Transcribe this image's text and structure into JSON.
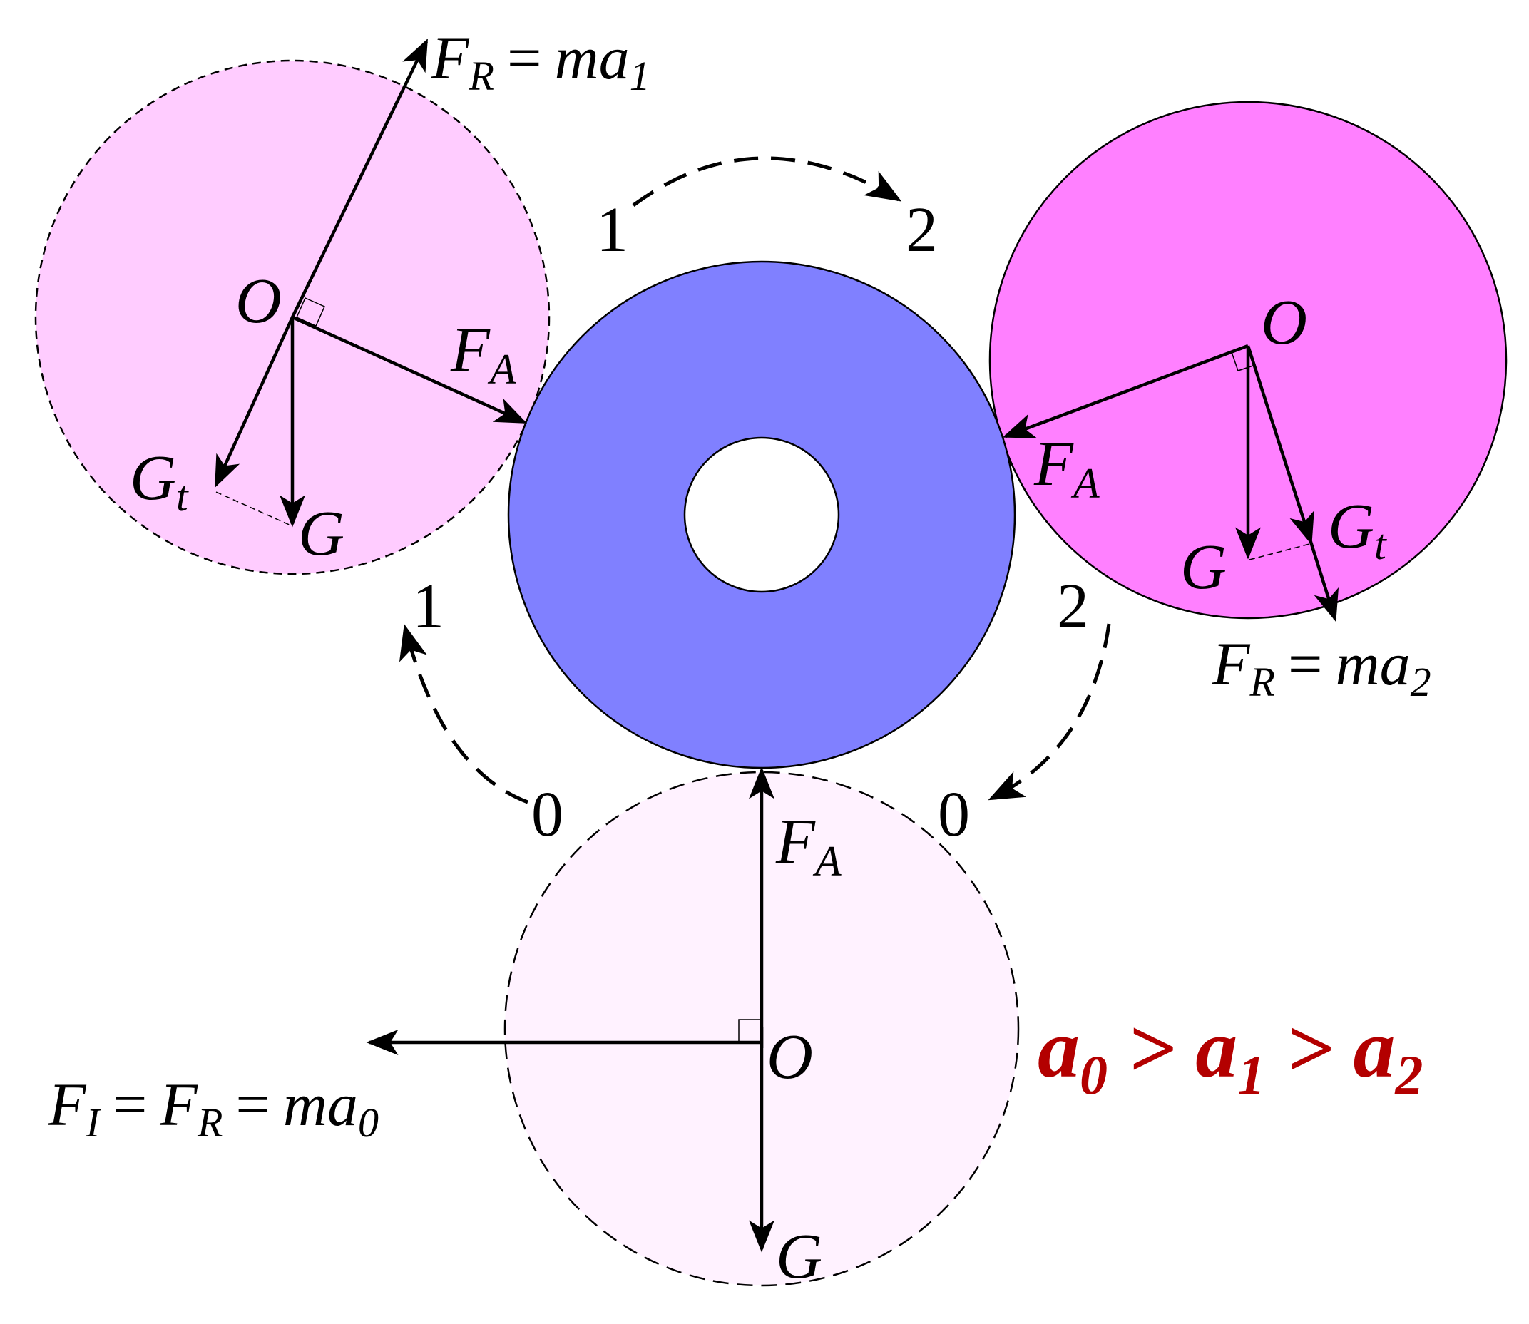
{
  "labels": {
    "O": "O",
    "F": "F",
    "G": "G",
    "sub_R": "R",
    "sub_A": "A",
    "sub_I": "I",
    "sub_t": "t",
    "eq": "=",
    "ma": "ma",
    "gt": ">",
    "a": "a"
  },
  "positions": {
    "p0": "0",
    "p1": "1",
    "p2": "2"
  },
  "subscripts": {
    "s0": "0",
    "s1": "1",
    "s2": "2"
  },
  "colors": {
    "drum_fill": "#8080ff",
    "left_ball_fill": "#ffccff",
    "right_ball_fill": "#ff80ff",
    "bottom_ball_fill": "#fff2ff",
    "relation_color": "#b30000"
  }
}
